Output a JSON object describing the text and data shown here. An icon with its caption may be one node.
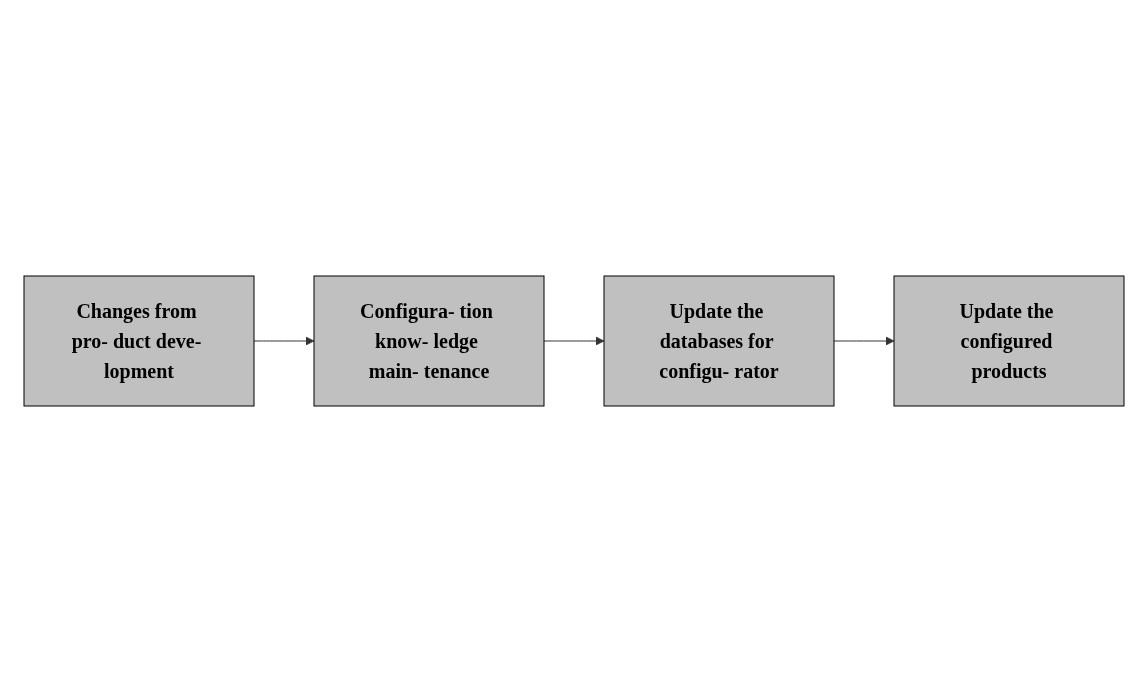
{
  "diagram": {
    "nodes": [
      {
        "text": [
          "Changes from pro- duct deve- lopment"
        ]
      },
      {
        "text": [
          "Configura- tion know- ledge main- tenance"
        ]
      },
      {
        "text": [
          "Update the databases for configu- rator"
        ]
      },
      {
        "text": [
          "Update the configured products"
        ]
      }
    ],
    "edges": [
      {
        "from": 0,
        "to": 1,
        "arrow": "to"
      },
      {
        "from": 1,
        "to": 2,
        "arrow": "to"
      },
      {
        "from": 2,
        "to": 3,
        "arrow": "to"
      }
    ]
  }
}
